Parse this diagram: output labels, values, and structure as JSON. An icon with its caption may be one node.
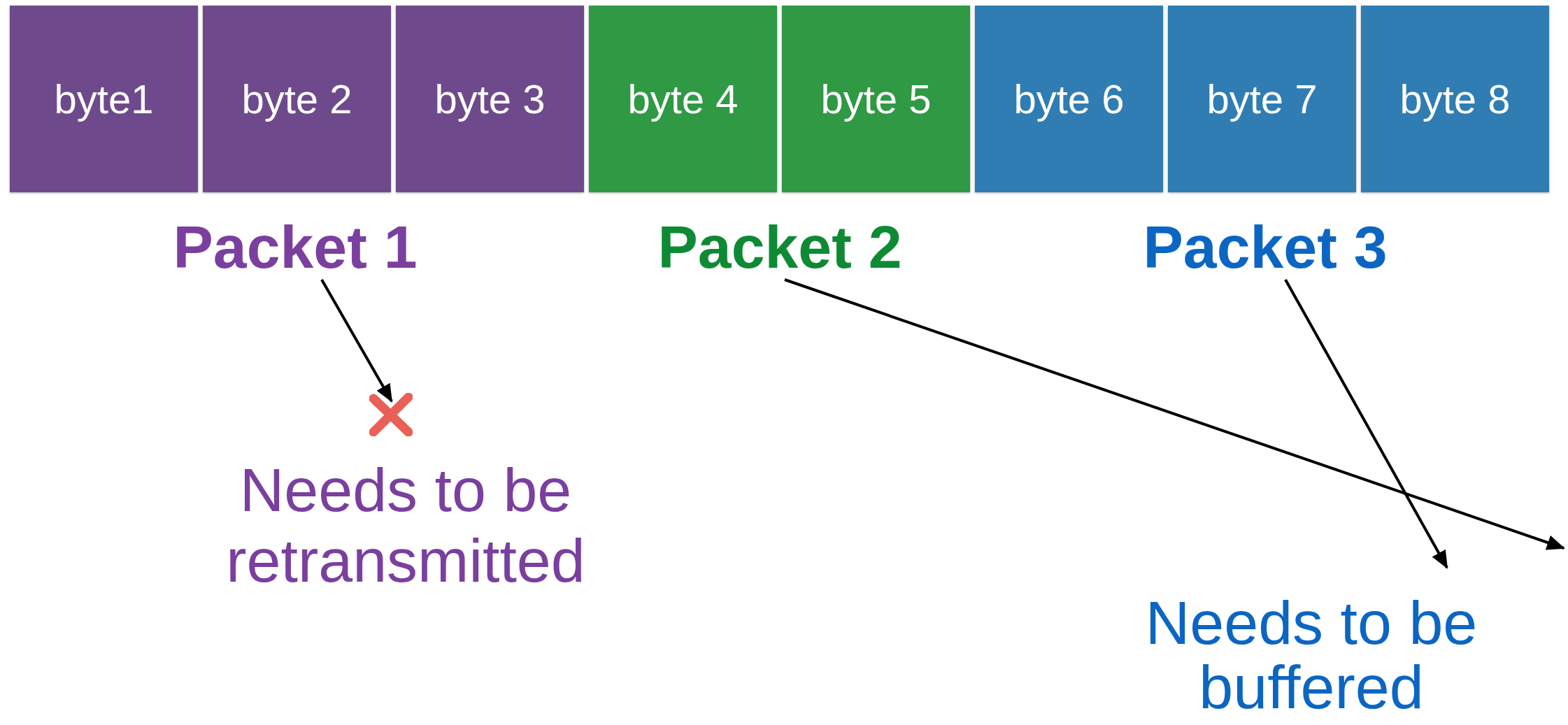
{
  "diagram": {
    "nodes": [
      {
        "text": [
          "byte1"
        ]
      },
      {
        "text": [
          "byte 2"
        ]
      },
      {
        "text": [
          "byte 3"
        ]
      },
      {
        "text": [
          "byte 4"
        ]
      },
      {
        "text": [
          "byte 5"
        ]
      },
      {
        "text": [
          "byte 6"
        ]
      },
      {
        "text": [
          "byte 7"
        ]
      },
      {
        "text": [
          "byte 8"
        ]
      },
      {
        "text": [
          "Packet 1"
        ]
      },
      {
        "text": [
          "Packet 2"
        ]
      },
      {
        "text": [
          "Packet 3"
        ]
      },
      {
        "text": [],
        "shape": "cross"
      },
      {
        "text": [
          "Needs to be retransmitted"
        ]
      },
      {
        "text": [
          "Needs to be buffered"
        ]
      }
    ],
    "edges": [
      {
        "from": 8,
        "to": 11,
        "arrow": "to"
      },
      {
        "from": 9,
        "to": null,
        "arrow": "to"
      },
      {
        "from": 10,
        "to": 13,
        "arrow": "to"
      }
    ]
  }
}
